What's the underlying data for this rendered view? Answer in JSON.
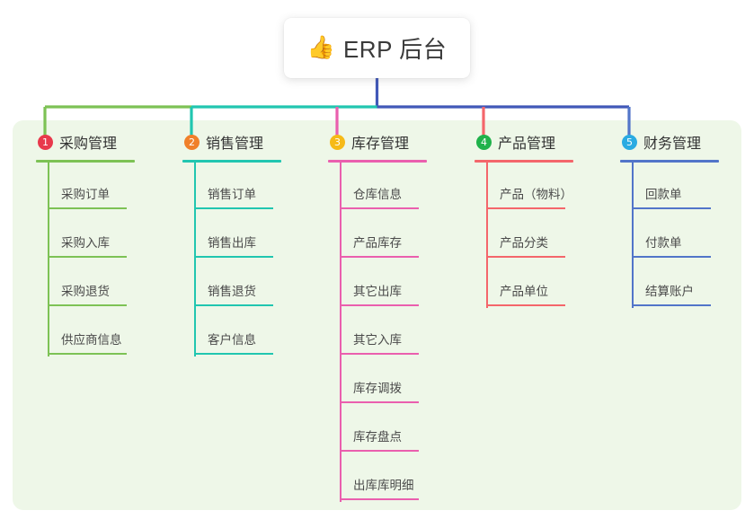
{
  "title": {
    "icon": "thumbs-up-icon",
    "emoji": "👍",
    "text": "ERP 后台"
  },
  "theme": {
    "panel_bg": "#eef7e8",
    "page_bg": "#ffffff",
    "stem": "#4158b8"
  },
  "columns": [
    {
      "number": "1",
      "badge_color": "#e8394c",
      "line_color": "#7dc255",
      "title": "采购管理",
      "items": [
        {
          "label": "采购订单"
        },
        {
          "label": "采购入库"
        },
        {
          "label": "采购退货"
        },
        {
          "label": "供应商信息"
        }
      ]
    },
    {
      "number": "2",
      "badge_color": "#f0802a",
      "line_color": "#21c6b0",
      "title": "销售管理",
      "items": [
        {
          "label": "销售订单"
        },
        {
          "label": "销售出库"
        },
        {
          "label": "销售退货"
        },
        {
          "label": "客户信息"
        }
      ]
    },
    {
      "number": "3",
      "badge_color": "#f6ba18",
      "line_color": "#ea5fae",
      "title": "库存管理",
      "items": [
        {
          "label": "仓库信息"
        },
        {
          "label": "产品库存"
        },
        {
          "label": "其它出库"
        },
        {
          "label": "其它入库"
        },
        {
          "label": "库存调拨"
        },
        {
          "label": "库存盘点"
        },
        {
          "label": "出库库明细"
        }
      ]
    },
    {
      "number": "4",
      "badge_color": "#20b24b",
      "line_color": "#f4666b",
      "title": "产品管理",
      "items": [
        {
          "label": "产品（物料）"
        },
        {
          "label": "产品分类"
        },
        {
          "label": "产品单位"
        }
      ]
    },
    {
      "number": "5",
      "badge_color": "#2aabe2",
      "line_color": "#5275c9",
      "title": "财务管理",
      "items": [
        {
          "label": "回款单"
        },
        {
          "label": "付款单"
        },
        {
          "label": "结算账户"
        }
      ]
    }
  ]
}
